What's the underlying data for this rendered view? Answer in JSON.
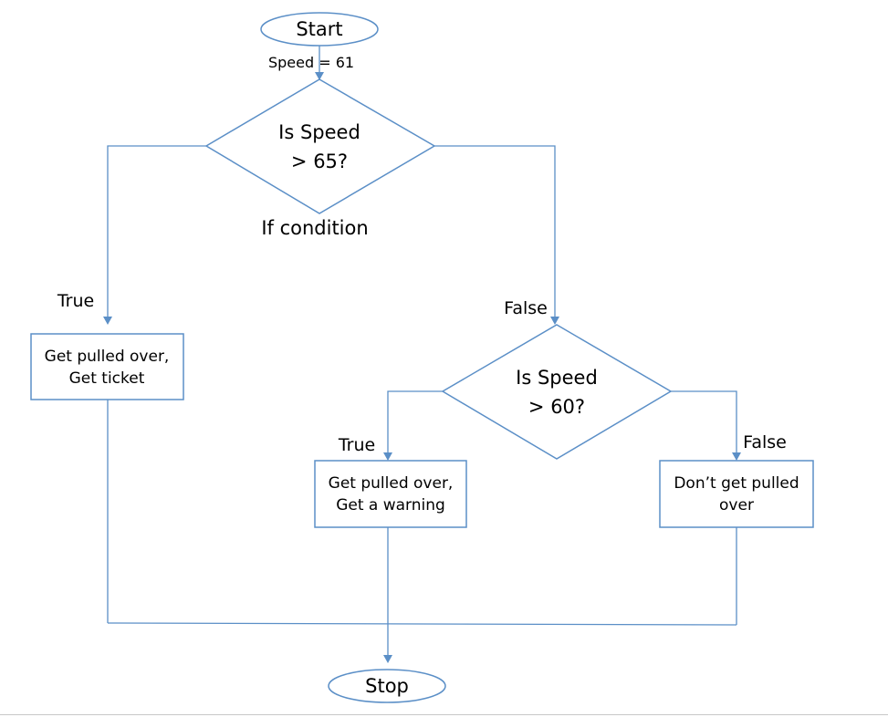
{
  "start": {
    "label": "Start"
  },
  "input_label": "Speed = 61",
  "decision1": {
    "line1": "Is Speed",
    "line2": "> 65?"
  },
  "decision1_caption": "If condition",
  "branch1_true_label": "True",
  "branch1_false_label": "False",
  "box_ticket": {
    "line1": "Get pulled over,",
    "line2": "Get ticket"
  },
  "decision2": {
    "line1": "Is Speed",
    "line2": "> 60?"
  },
  "branch2_true_label": "True",
  "branch2_false_label": "False",
  "box_warning": {
    "line1": "Get pulled over,",
    "line2": "Get a warning"
  },
  "box_none": {
    "line1": "Don’t get pulled",
    "line2": "over"
  },
  "stop": {
    "label": "Stop"
  },
  "colors": {
    "stroke": "#5b8fc7",
    "text": "#000000",
    "background": "#ffffff"
  }
}
